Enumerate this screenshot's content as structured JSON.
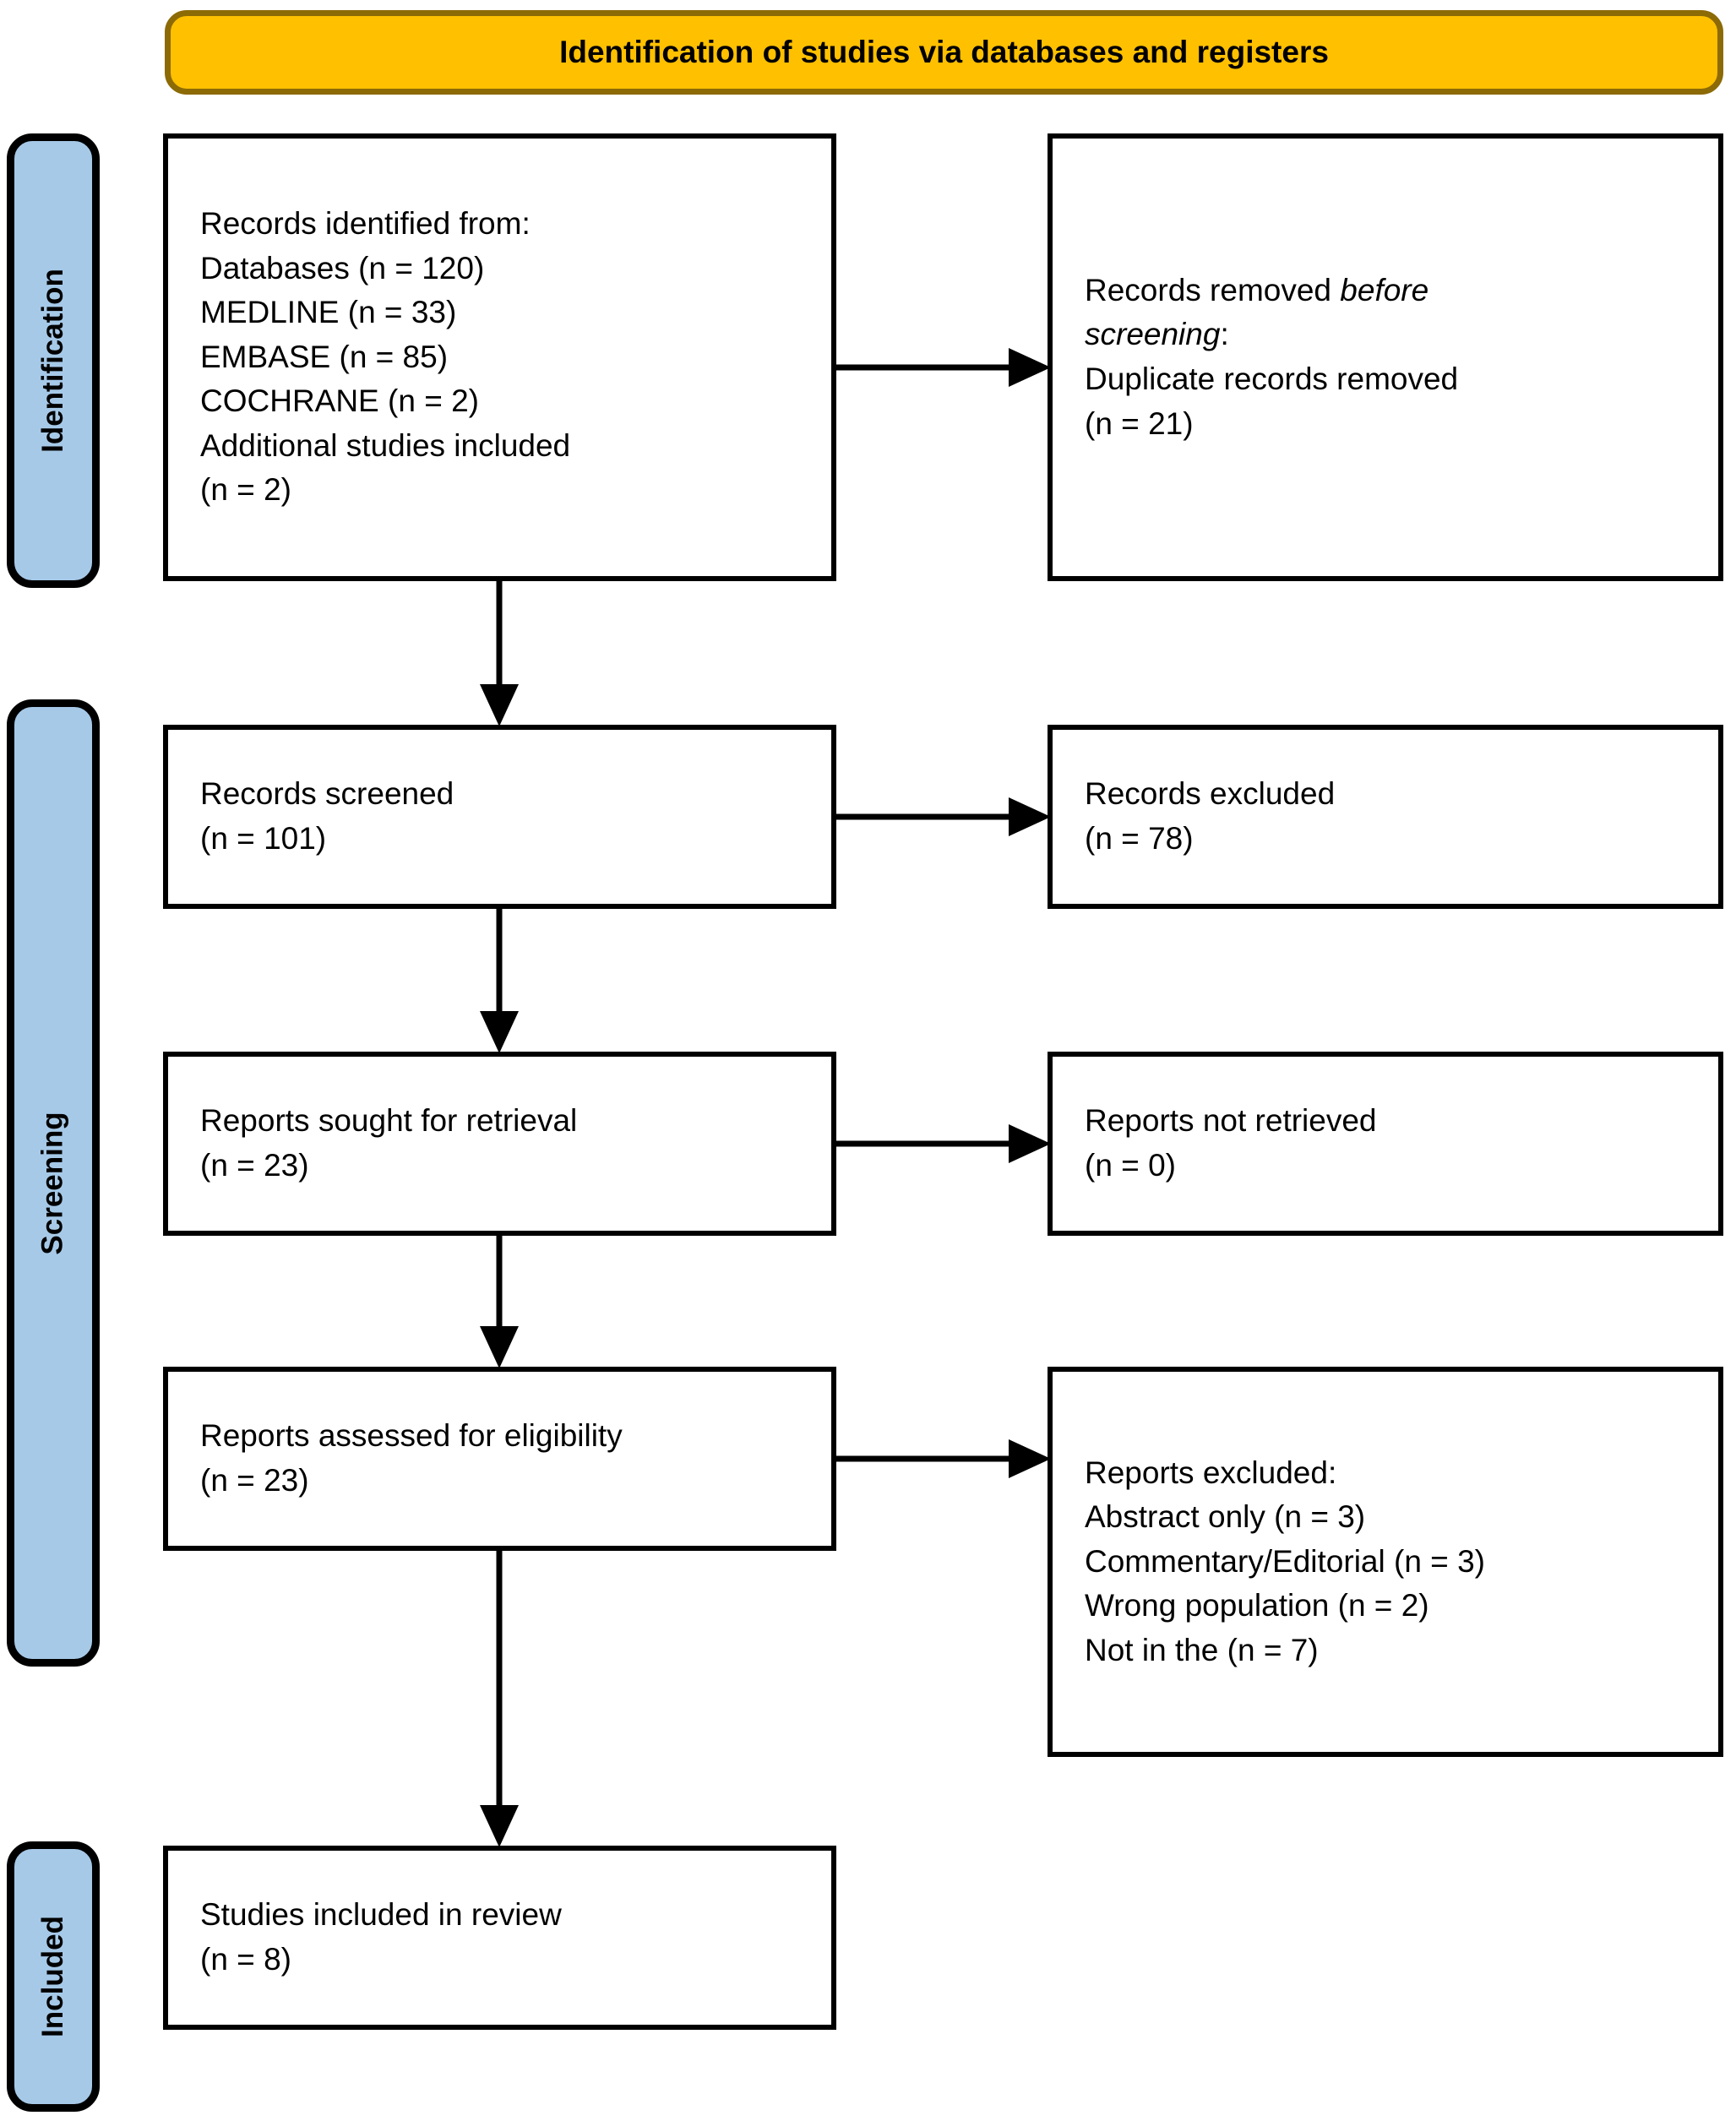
{
  "header": {
    "title": "Identification of studies via databases and registers",
    "fill_color": "#FFC000",
    "border_color": "#8C6A06"
  },
  "stages": {
    "fill_color": "#A6C9E8",
    "border_color": "#000000",
    "identification": "Identification",
    "screening": "Screening",
    "included": "Included"
  },
  "boxes": {
    "identified": "Records identified from:\nDatabases (n = 120)\nMEDLINE (n = 33)\nEMBASE (n = 85)\nCOCHRANE (n = 2)\nAdditional studies included\n (n = 2)",
    "removed_line1_pre": "Records removed ",
    "removed_line1_em": "before",
    "removed_line2_em": "screening",
    "removed_line2_post": ":",
    "removed_line3": "Duplicate records removed",
    "removed_line4": "(n = 21)",
    "screened": "Records screened\n(n = 101)",
    "excluded_records": "Records excluded\n(n = 78)",
    "sought": "Reports sought for retrieval\n(n = 23)",
    "not_retrieved": "Reports not retrieved\n(n = 0)",
    "assessed": "Reports assessed for eligibility\n(n = 23)",
    "excluded_reports": "Reports excluded:\nAbstract only (n = 3)\nCommentary/Editorial (n = 3)\nWrong population (n = 2)\nNot in the (n = 7)",
    "included": "Studies included in review\n(n = 8)"
  },
  "chart_data": {
    "type": "flowchart",
    "title": "Identification of studies via databases and registers",
    "stages": [
      "Identification",
      "Screening",
      "Included"
    ],
    "nodes": [
      {
        "id": "identified",
        "stage": "Identification",
        "label": "Records identified from",
        "counts": {
          "Databases": 120,
          "MEDLINE": 33,
          "EMBASE": 85,
          "COCHRANE": 2,
          "Additional studies included": 2
        }
      },
      {
        "id": "removed",
        "stage": "Identification",
        "label": "Records removed before screening: Duplicate records removed",
        "n": 21
      },
      {
        "id": "screened",
        "stage": "Screening",
        "label": "Records screened",
        "n": 101
      },
      {
        "id": "excluded_records",
        "stage": "Screening",
        "label": "Records excluded",
        "n": 78
      },
      {
        "id": "sought",
        "stage": "Screening",
        "label": "Reports sought for retrieval",
        "n": 23
      },
      {
        "id": "not_retrieved",
        "stage": "Screening",
        "label": "Reports not retrieved",
        "n": 0
      },
      {
        "id": "assessed",
        "stage": "Screening",
        "label": "Reports assessed for eligibility",
        "n": 23
      },
      {
        "id": "excluded_reports",
        "stage": "Screening",
        "label": "Reports excluded",
        "reasons": {
          "Abstract only": 3,
          "Commentary/Editorial": 3,
          "Wrong population": 2,
          "Not in the": 7
        }
      },
      {
        "id": "included",
        "stage": "Included",
        "label": "Studies included in review",
        "n": 8
      }
    ],
    "edges": [
      {
        "from": "identified",
        "to": "removed",
        "direction": "right"
      },
      {
        "from": "identified",
        "to": "screened",
        "direction": "down"
      },
      {
        "from": "screened",
        "to": "excluded_records",
        "direction": "right"
      },
      {
        "from": "screened",
        "to": "sought",
        "direction": "down"
      },
      {
        "from": "sought",
        "to": "not_retrieved",
        "direction": "right"
      },
      {
        "from": "sought",
        "to": "assessed",
        "direction": "down"
      },
      {
        "from": "assessed",
        "to": "excluded_reports",
        "direction": "right"
      },
      {
        "from": "assessed",
        "to": "included",
        "direction": "down"
      }
    ]
  }
}
